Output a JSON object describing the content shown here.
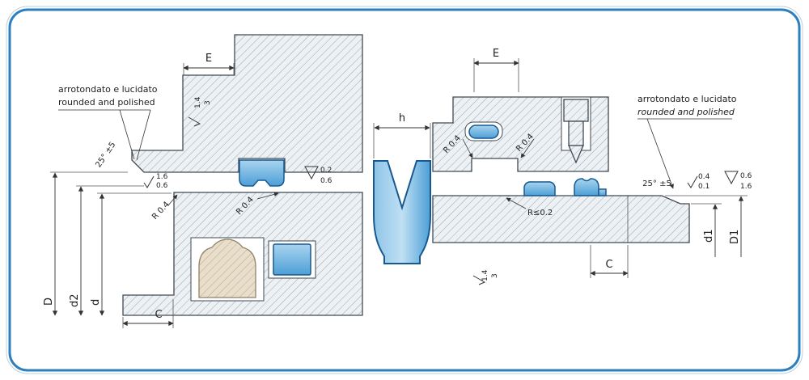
{
  "colors": {
    "frame_blue": "#2e7fbe",
    "seal_blue": "#4d9fd6",
    "seal_blue_light": "#a8d4ef",
    "seal_blue_dark": "#17598f",
    "hatch_line": "#97a6b4",
    "beige": "#e8decb"
  },
  "left_view": {
    "note_line1": "arrotondato   e lucidato",
    "note_line2": "rounded and polished",
    "angle_label": "25° ±5",
    "e_label": "E",
    "finish_top_val1": "1.4",
    "finish_top_val2": "3",
    "finish_bore_val1": "1.6",
    "finish_bore_val2": "0.6",
    "finish_groove_val1": "0.2",
    "finish_groove_val2": "0.6",
    "radius_label_1": "R 0.4",
    "radius_label_2": "R 0.4",
    "dim_D": "D",
    "dim_d2": "d2",
    "dim_d": "d",
    "dim_C": "C"
  },
  "seal_profile": {
    "h_label": "h"
  },
  "right_view": {
    "e_label": "E",
    "radius_label_1": "R 0.4",
    "radius_label_2": "R 0.4",
    "radius_small_label": "R≤0.2",
    "note_line1": "arrotondato e lucidato",
    "note_line2": "rounded and polished",
    "angle_label": "25° ±5",
    "finish_chamfer_val1": "0.4",
    "finish_chamfer_val2": "0.1",
    "finish_end_val1": "0.6",
    "finish_end_val2": "1.6",
    "finish_bottom_val1": "1.4",
    "finish_bottom_val2": "3",
    "dim_d1": "d1",
    "dim_D1": "D1",
    "dim_C": "C"
  }
}
